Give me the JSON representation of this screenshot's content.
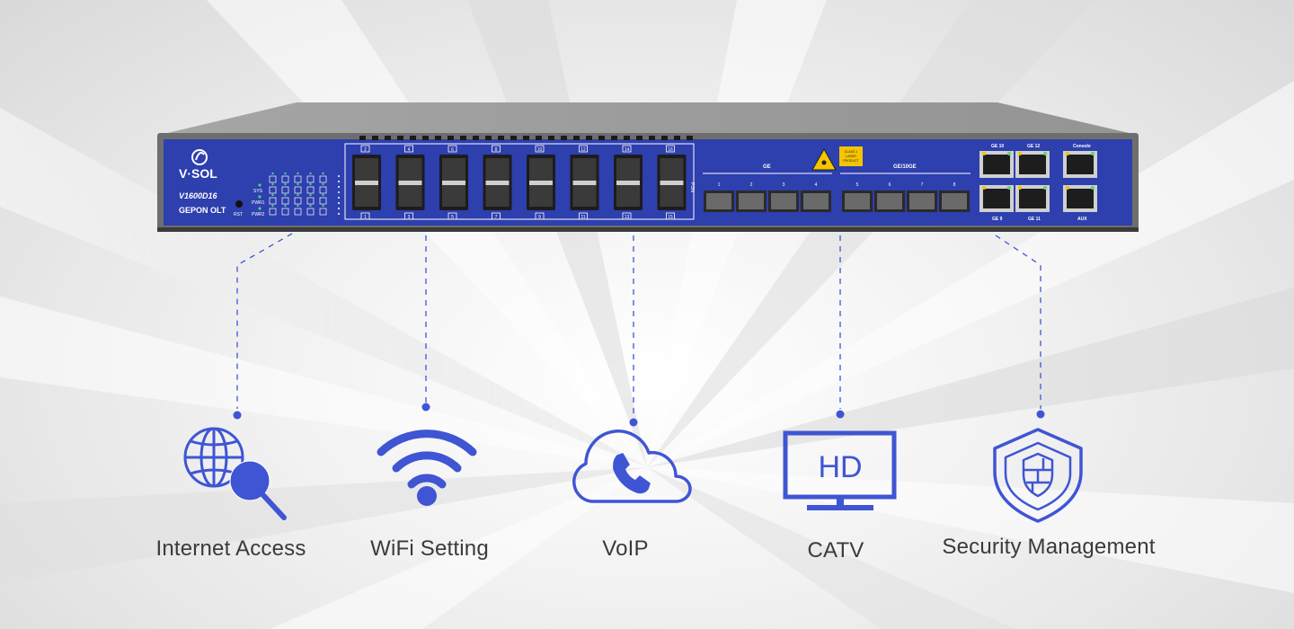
{
  "device": {
    "brand": "V·SOL",
    "model": "V1600D16",
    "type_label": "GEPON OLT",
    "rst_label": "RST",
    "led_labels": [
      "SYS",
      "PWR1",
      "PWR2"
    ],
    "pon_top": [
      "2",
      "4",
      "6",
      "8",
      "10",
      "12",
      "14",
      "16"
    ],
    "pon_bottom": [
      "1",
      "3",
      "5",
      "7",
      "9",
      "11",
      "13",
      "15"
    ],
    "pon_group_label": "PON",
    "ge_label": "GE",
    "ge_10ge_label": "GE/10GE",
    "ge_ports": [
      "1",
      "2",
      "3",
      "4"
    ],
    "ge_10ge_ports": [
      "5",
      "6",
      "7",
      "8"
    ],
    "laser_label": [
      "CLASS 1",
      "LASER",
      "PRODUCT"
    ],
    "rj45_top": [
      "GE 10",
      "GE 12"
    ],
    "rj45_bottom": [
      "GE 9",
      "GE 11"
    ],
    "console_label": "Console",
    "aux_label": "AUX"
  },
  "features": [
    {
      "label": "Internet Access",
      "icon": "globe-search-icon"
    },
    {
      "label": "WiFi Setting",
      "icon": "wifi-icon"
    },
    {
      "label": "VoIP",
      "icon": "cloud-phone-icon"
    },
    {
      "label": "CATV",
      "icon": "hd-monitor-icon"
    },
    {
      "label": "Security Management",
      "icon": "shield-icon"
    }
  ],
  "hd_text": "HD",
  "colors": {
    "accent": "#3f55d4",
    "device_blue": "#2e3fae",
    "text": "#3a3a3a"
  }
}
